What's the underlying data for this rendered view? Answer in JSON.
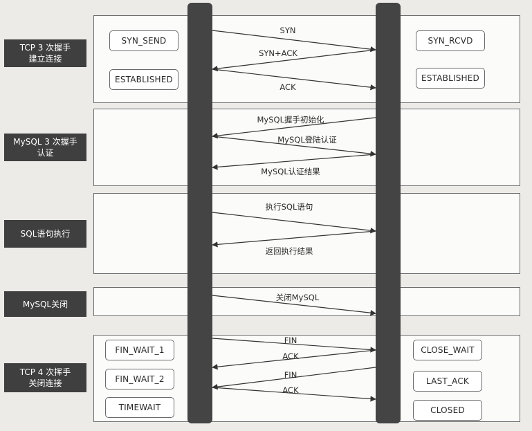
{
  "phases": [
    {
      "id": "tcp3",
      "label": "TCP 3 次握手\n建立连接"
    },
    {
      "id": "auth",
      "label": "MySQL 3 次握手\n认证"
    },
    {
      "id": "sql",
      "label": "SQL语句执行"
    },
    {
      "id": "close",
      "label": "MySQL关闭"
    },
    {
      "id": "tcp4",
      "label": "TCP 4 次挥手\n关闭连接"
    }
  ],
  "client_states": {
    "syn_send": "SYN_SEND",
    "established": "ESTABLISHED",
    "fin_wait_1": "FIN_WAIT_1",
    "fin_wait_2": "FIN_WAIT_2",
    "timewait": "TIMEWAIT"
  },
  "server_states": {
    "syn_rcvd": "SYN_RCVD",
    "established": "ESTABLISHED",
    "close_wait": "CLOSE_WAIT",
    "last_ack": "LAST_ACK",
    "closed": "CLOSED"
  },
  "messages": [
    {
      "label": "SYN",
      "direction": "to_server"
    },
    {
      "label": "SYN+ACK",
      "direction": "to_client"
    },
    {
      "label": "ACK",
      "direction": "to_server"
    },
    {
      "label": "MySQL握手初始化",
      "direction": "to_client"
    },
    {
      "label": "MySQL登陆认证",
      "direction": "to_server"
    },
    {
      "label": "MySQL认证结果",
      "direction": "to_client"
    },
    {
      "label": "执行SQL语句",
      "direction": "to_server"
    },
    {
      "label": "返回执行结果",
      "direction": "to_client"
    },
    {
      "label": "关闭MySQL",
      "direction": "to_server"
    },
    {
      "label": "FIN",
      "direction": "to_server"
    },
    {
      "label": "ACK",
      "direction": "to_client"
    },
    {
      "label": "FIN",
      "direction": "to_client"
    },
    {
      "label": "ACK",
      "direction": "to_server"
    }
  ]
}
